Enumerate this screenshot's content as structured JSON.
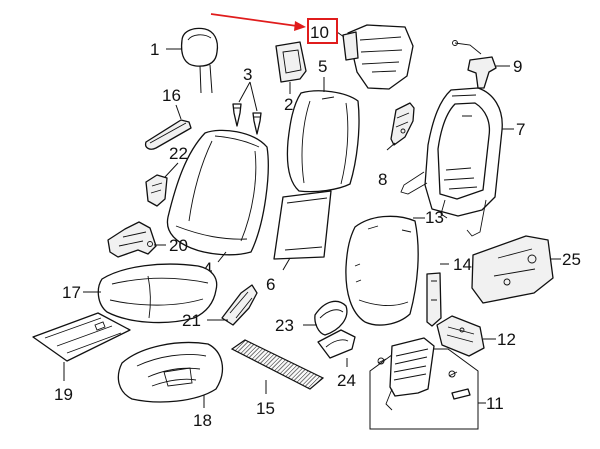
{
  "diagram": {
    "callouts": {
      "c1": "1",
      "c2": "2",
      "c3": "3",
      "c4": "4",
      "c5": "5",
      "c6": "6",
      "c7": "7",
      "c8": "8",
      "c9": "9",
      "c10": "10",
      "c11": "11",
      "c12": "12",
      "c13": "13",
      "c14": "14",
      "c15": "15",
      "c16": "16",
      "c17": "17",
      "c18": "18",
      "c19": "19",
      "c20": "20",
      "c21": "21",
      "c22": "22",
      "c23": "23",
      "c24": "24",
      "c25": "25"
    },
    "highlight_color": "#e01c1c",
    "line_color": "#111111",
    "highlighted_callout": "10"
  }
}
